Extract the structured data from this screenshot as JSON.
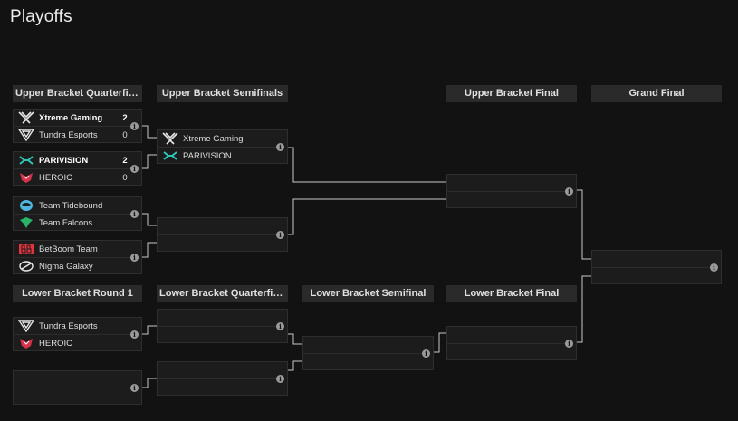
{
  "page": {
    "title": "Playoffs"
  },
  "headers": {
    "ubqf": "Upper Bracket Quarterfin...",
    "ubsf": "Upper Bracket Semifinals",
    "ubf": "Upper Bracket Final",
    "gf": "Grand Final",
    "lbr1": "Lower Bracket Round 1",
    "lbqf": "Lower Bracket Quarterfin...",
    "lbsf": "Lower Bracket Semifinal",
    "lbf": "Lower Bracket Final"
  },
  "matches": {
    "ubqf1": {
      "t1": "Xtreme Gaming",
      "s1": "2",
      "t2": "Tundra Esports",
      "s2": "0",
      "winner": 1
    },
    "ubqf2": {
      "t1": "PARIVISION",
      "s1": "2",
      "t2": "HEROIC",
      "s2": "0",
      "winner": 1
    },
    "ubqf3": {
      "t1": "Team Tidebound",
      "s1": "",
      "t2": "Team Falcons",
      "s2": ""
    },
    "ubqf4": {
      "t1": "BetBoom Team",
      "s1": "",
      "t2": "Nigma Galaxy",
      "s2": ""
    },
    "ubsf1": {
      "t1": "Xtreme Gaming",
      "s1": "",
      "t2": "PARIVISION",
      "s2": ""
    },
    "lbr1_1": {
      "t1": "Tundra Esports",
      "s1": "",
      "t2": "HEROIC",
      "s2": ""
    }
  },
  "icons": {
    "info": "i",
    "xtreme": "xtreme-gaming-logo-icon",
    "tundra": "tundra-esports-logo-icon",
    "parivision": "parivision-logo-icon",
    "heroic": "heroic-logo-icon",
    "tidebound": "team-tidebound-logo-icon",
    "falcons": "team-falcons-logo-icon",
    "betboom": "betboom-team-logo-icon",
    "nigma": "nigma-galaxy-logo-icon"
  },
  "colors": {
    "background": "#121212",
    "header": "#2a2a2a",
    "match_bg": "#1c1c1c",
    "connector": "#c8c8c8",
    "parivision": "#2ec4b6",
    "heroic": "#d8324a",
    "tidebound": "#4fb6e0",
    "falcons": "#29b36b",
    "betboom": "#e5343d"
  }
}
